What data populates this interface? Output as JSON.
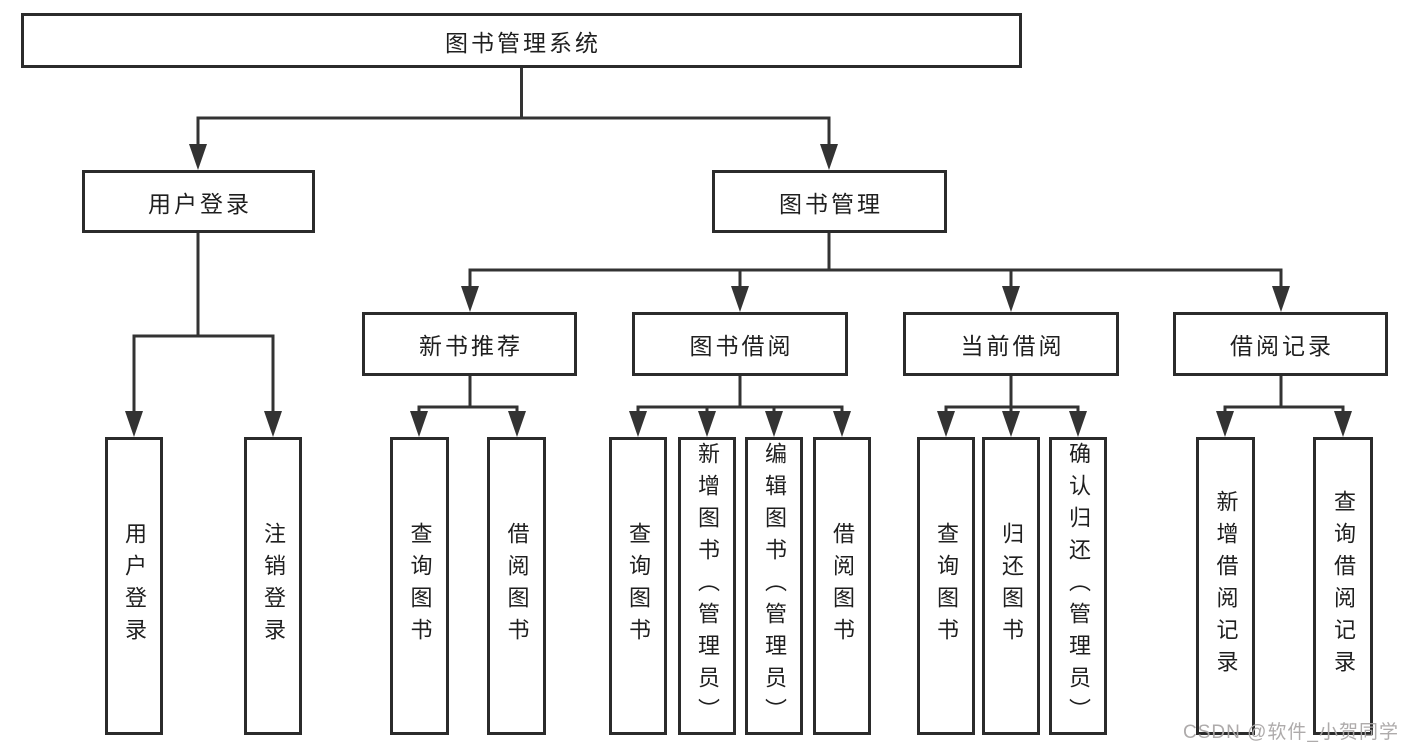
{
  "diagram_title": "图书管理系统",
  "tree": {
    "root": {
      "label": "图书管理系统"
    },
    "branches": [
      {
        "label": "用户登录",
        "children": [
          {
            "label": "用户登录"
          },
          {
            "label": "注销登录"
          }
        ]
      },
      {
        "label": "图书管理",
        "children": [
          {
            "label": "新书推荐",
            "children": [
              {
                "label": "查询图书"
              },
              {
                "label": "借阅图书"
              }
            ]
          },
          {
            "label": "图书借阅",
            "children": [
              {
                "label": "查询图书"
              },
              {
                "label": "新增图书（管理员）"
              },
              {
                "label": "编辑图书（管理员）"
              },
              {
                "label": "借阅图书"
              }
            ]
          },
          {
            "label": "当前借阅",
            "children": [
              {
                "label": "查询图书"
              },
              {
                "label": "归还图书"
              },
              {
                "label": "确认归还（管理员）"
              }
            ]
          },
          {
            "label": "借阅记录",
            "children": [
              {
                "label": "新增借阅记录"
              },
              {
                "label": "查询借阅记录"
              }
            ]
          }
        ]
      }
    ]
  },
  "watermark": {
    "text": "CSDN @软件_小贺同学"
  },
  "colors": {
    "background": "#ffffff",
    "box_border": "#2b2b2b",
    "line": "#333333",
    "text": "#1f1f1f",
    "watermark": "#aaa6a6"
  }
}
